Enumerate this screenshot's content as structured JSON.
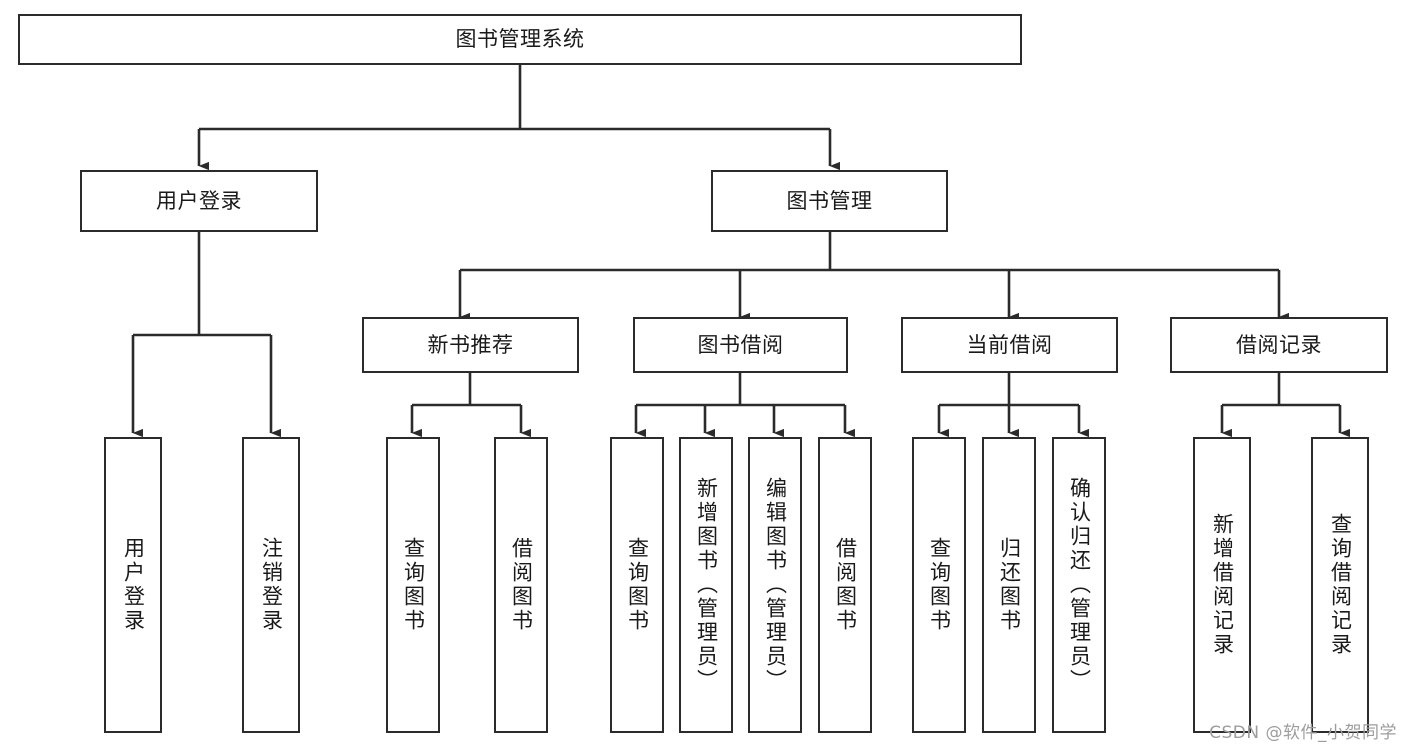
{
  "diagram": {
    "title": "图书管理系统",
    "type": "tree-hierarchy-chart",
    "stroke_color": "#2b2b2b",
    "fill_color": "#ffffff",
    "text_color": "#1a1a1a"
  },
  "root": {
    "label": "图书管理系统"
  },
  "level2": [
    {
      "label": "用户登录"
    },
    {
      "label": "图书管理"
    }
  ],
  "level3": [
    {
      "label": "新书推荐"
    },
    {
      "label": "图书借阅"
    },
    {
      "label": "当前借阅"
    },
    {
      "label": "借阅记录"
    }
  ],
  "leaves": {
    "user_login": [
      {
        "label": "用户登录"
      },
      {
        "label": "注销登录"
      }
    ],
    "new_book_recommend": [
      {
        "label": "查询图书"
      },
      {
        "label": "借阅图书"
      }
    ],
    "book_borrow": [
      {
        "label": "查询图书"
      },
      {
        "label": "新增图书（管理员）"
      },
      {
        "label": "编辑图书（管理员）"
      },
      {
        "label": "借阅图书"
      }
    ],
    "current_borrow": [
      {
        "label": "查询图书"
      },
      {
        "label": "归还图书"
      },
      {
        "label": "确认归还（管理员）"
      }
    ],
    "borrow_record": [
      {
        "label": "新增借阅记录"
      },
      {
        "label": "查询借阅记录"
      }
    ]
  },
  "watermark": {
    "text": "CSDN @软件_小贺同学"
  }
}
